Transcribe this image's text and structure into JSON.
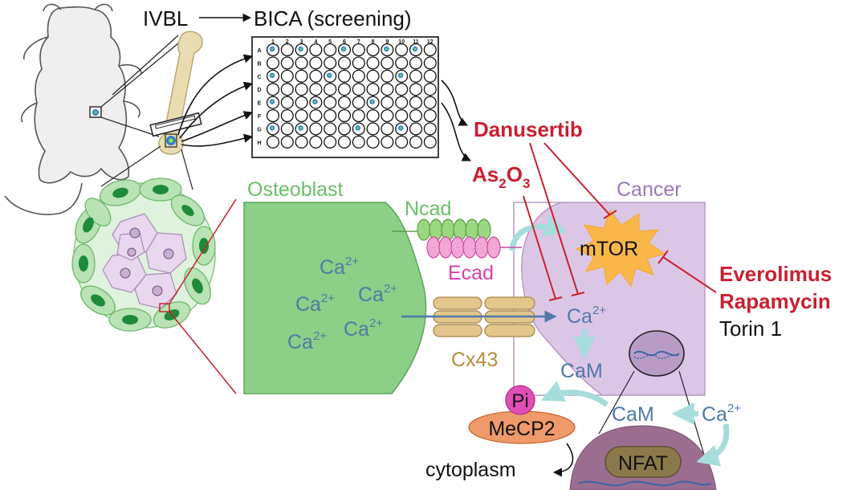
{
  "header": {
    "ivbl": "IVBL",
    "bica": "BICA (screening)"
  },
  "plate": {
    "columns": [
      "1",
      "2",
      "3",
      "4",
      "5",
      "6",
      "7",
      "8",
      "9",
      "10",
      "11",
      "12"
    ],
    "rows": [
      "A",
      "B",
      "C",
      "D",
      "E",
      "F",
      "G",
      "H"
    ]
  },
  "drugs": {
    "danusertib": "Danusertib",
    "as2o3_main": "As",
    "as2o3_sub1": "2",
    "as2o3_mid": "O",
    "as2o3_sub2": "3",
    "everolimus": "Everolimus",
    "rapamycin": "Rapamycin",
    "torin": "Torin 1"
  },
  "cells": {
    "osteoblast": "Osteoblast",
    "cancer": "Cancer"
  },
  "molecules": {
    "ncad": "Ncad",
    "ecad": "Ecad",
    "cx43": "Cx43",
    "mtor": "mTOR",
    "ca": "Ca",
    "ca_charge": "2+",
    "cam": "CaM",
    "pi": "Pi",
    "mecp2": "MeCP2",
    "nfat": "NFAT",
    "cytoplasm": "cytoplasm"
  },
  "colors": {
    "drug_red": "#c8202f",
    "osteoblast_green": "#8ccf86",
    "cancer_purple": "#dcc6e6",
    "ion_blue": "#4f79a8",
    "cx43_tan": "#e2c68b",
    "ecad_pink": "#f2a6d4",
    "ncad_green": "#9bd77e",
    "mtor_orange": "#f9b74a",
    "arrow_cyan": "#a6dcdc"
  }
}
